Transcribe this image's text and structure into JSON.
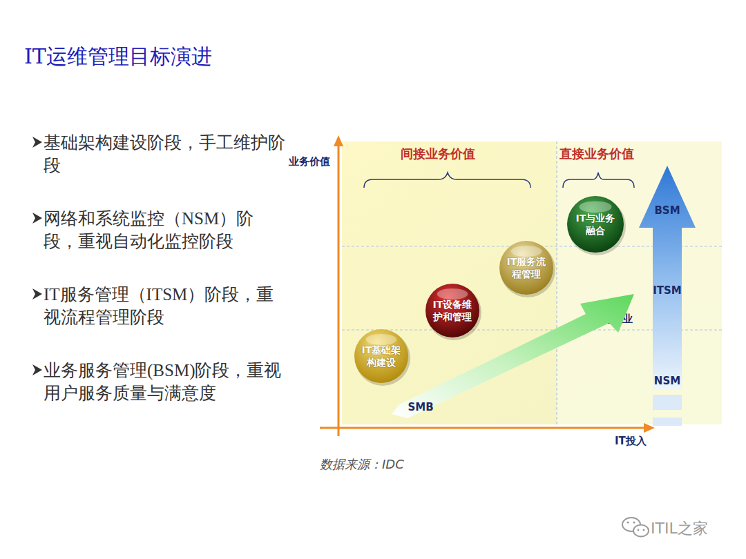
{
  "diagram": {
    "title": "IT运维管理目标演进",
    "nodes": [
      {
        "text": [
          "IT基础架构建设"
        ]
      },
      {
        "text": [
          "IT设备维护和管理"
        ]
      },
      {
        "text": [
          "IT服务流程管理"
        ]
      },
      {
        "text": [
          "IT与业务融合"
        ]
      },
      {
        "text": [
          "SMB"
        ]
      },
      {
        "text": [
          "BSM",
          "ITSM",
          "NSM"
        ]
      }
    ],
    "labels": [
      "基础架构建设阶段，手工维护阶段",
      "网络和系统监控（NSM）阶段，重视自动化监控阶段",
      "IT服务管理（ITSM）阶段，重视流程管理阶段",
      "业务服务管理(BSM)阶段，重视用户服务质量与满意度",
      "业务价值",
      "间接业务价值",
      "直接业务价值",
      "大型企业",
      "IT投入",
      "数据来源：IDC",
      "ITIL之家"
    ]
  }
}
